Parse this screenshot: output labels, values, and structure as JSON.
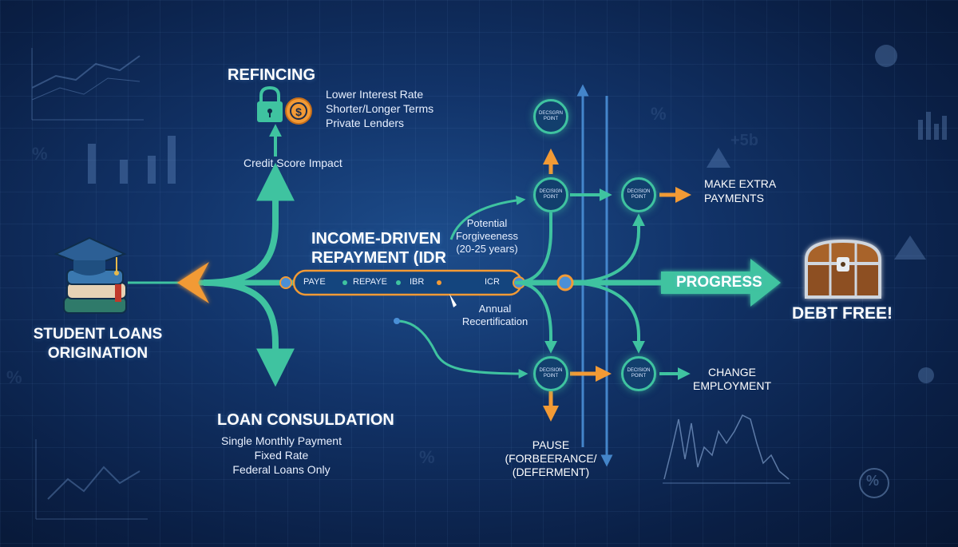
{
  "colors": {
    "teal": "#3fc3a0",
    "orange": "#f29a35",
    "blue_line": "#4a8fd6",
    "text": "#ffffff"
  },
  "origin": {
    "title_line1": "STUDENT LOANS",
    "title_line2": "ORIGINATION"
  },
  "refinancing": {
    "title": "REFINCING",
    "items": [
      "Lower Interest Rate",
      "Shorter/Longer Terms",
      "Private Lenders"
    ],
    "credit_note": "Credit Score Impact"
  },
  "idr": {
    "title_line1": "INCOME-DRIVEN",
    "title_line2": "REPAYMENT (IDR",
    "plans": [
      "PAYE",
      "REPAYE",
      "IBR",
      "ICR"
    ],
    "forgiveness": [
      "Potential",
      "Forgiveeness",
      "(20-25 years)"
    ],
    "recert": [
      "Annual",
      "Recertification"
    ]
  },
  "consolidation": {
    "title": "LOAN CONSULDATION",
    "items": [
      "Single Monthly Payment",
      "Fixed Rate",
      "Federal Loans Only"
    ]
  },
  "decision_nodes": [
    {
      "line1": "DECSGRN",
      "line2": "POINT"
    },
    {
      "line1": "DECISIGN",
      "line2": "POINT"
    },
    {
      "line1": "DECISION",
      "line2": "POINT"
    },
    {
      "line1": "DECISION",
      "line2": "POINT"
    },
    {
      "line1": "DECISION",
      "line2": "POINT"
    }
  ],
  "outcomes": {
    "extra": [
      "MAKE EXTRA",
      "PAYMENTS"
    ],
    "employment": [
      "CHANGE",
      "EMPLOYMENT"
    ],
    "pause": [
      "PAUSE",
      "(FORBEERANCE/",
      "(DEFERMENT)"
    ]
  },
  "progress": {
    "label": "PROGRESS"
  },
  "goal": {
    "label": "DEBT FREE!"
  },
  "decor": {
    "symbols": [
      "%",
      "+5b",
      "%",
      "%",
      "%",
      "%"
    ]
  }
}
